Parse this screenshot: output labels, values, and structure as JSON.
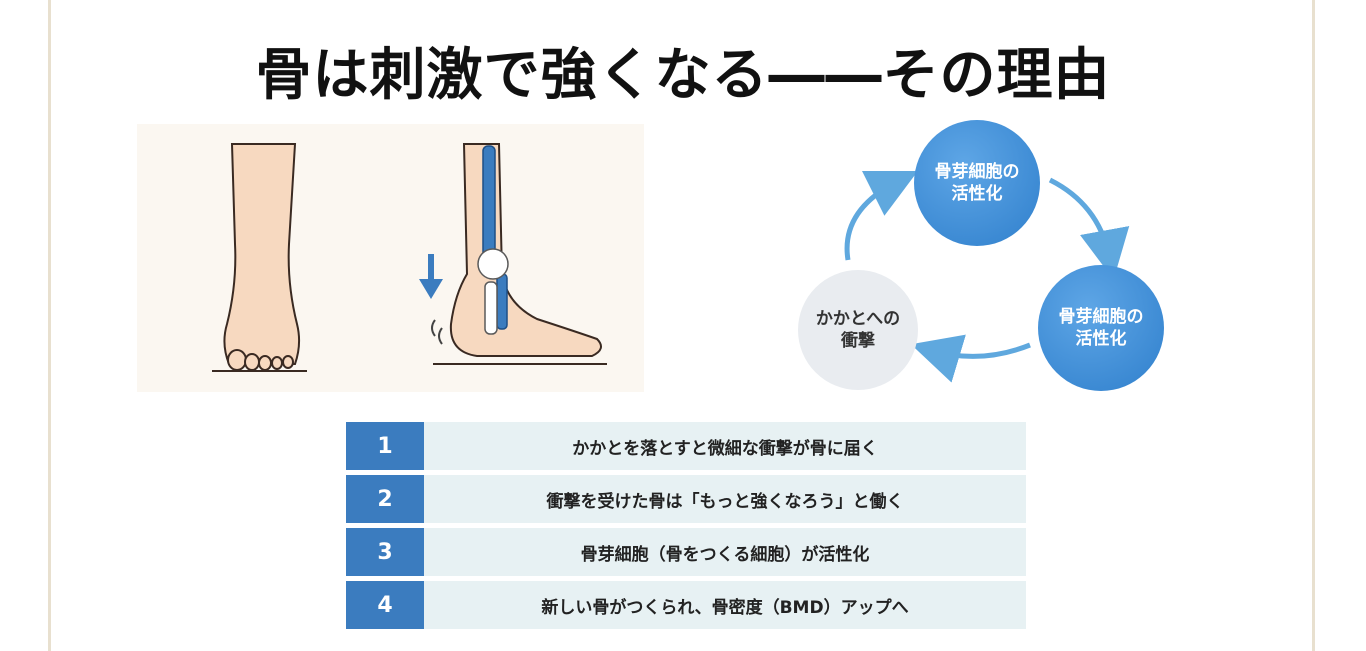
{
  "title": "骨は刺激で強くなる――その理由",
  "cycle": {
    "top_node": [
      "骨芽細胞の",
      "活性化"
    ],
    "right_node": [
      "骨芽細胞の",
      "活性化"
    ],
    "left_node": [
      "かかとへの",
      "衝撃"
    ]
  },
  "steps": [
    {
      "num": "1",
      "text": "かかとを落とすと微細な衝撃が骨に届く"
    },
    {
      "num": "2",
      "text": "衝撃を受けた骨は「もっと強くなろう」と働く"
    },
    {
      "num": "3",
      "text": "骨芽細胞（骨をつくる細胞）が活性化"
    },
    {
      "num": "4",
      "text": "新しい骨がつくられ、骨密度（BMD）アップへ"
    }
  ],
  "colors": {
    "accent_blue": "#3b7cbf",
    "step_bg": "#e7f1f3",
    "frame": "#e8e0cf",
    "skin": "#f7d9c0"
  }
}
